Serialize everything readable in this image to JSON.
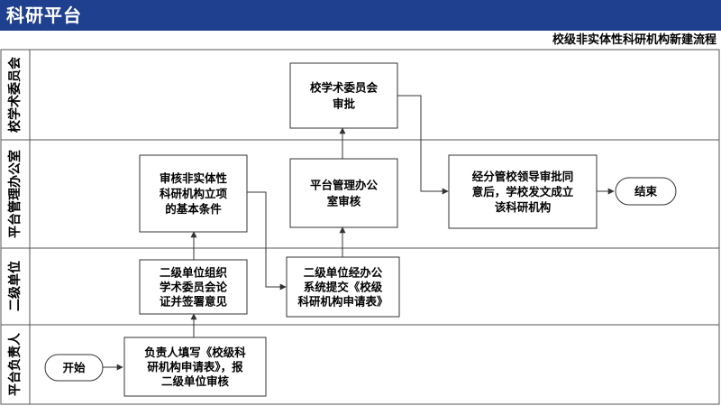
{
  "header": {
    "title": "科研平台"
  },
  "diagram_title": "校级非实体性科研机构新建流程",
  "lanes": [
    {
      "id": "committee",
      "label": "校学术委员会"
    },
    {
      "id": "office",
      "label": "平台管理办公室"
    },
    {
      "id": "unit",
      "label": "二级单位"
    },
    {
      "id": "leader",
      "label": "平台负责人"
    }
  ],
  "nodes": {
    "start": {
      "lines": [
        "开始"
      ]
    },
    "apply": {
      "lines": [
        "负责人填写《校级科",
        "研机构申请表》，报",
        "二级单位审核"
      ]
    },
    "unit_review": {
      "lines": [
        "二级单位组织",
        "学术委员会论",
        "证并签署意见"
      ]
    },
    "office_check": {
      "lines": [
        "审核非实体性",
        "科研机构立项",
        "的基本条件"
      ]
    },
    "unit_submit": {
      "lines": [
        "二级单位经办公",
        "系统提交《校级",
        "科研机构申请表》"
      ]
    },
    "office_review": {
      "lines": [
        "平台管理办公",
        "室审核"
      ]
    },
    "committee_approve": {
      "lines": [
        "校学术委员会",
        "审批"
      ]
    },
    "leader_approve": {
      "lines": [
        "经分管校领导审批同",
        "意后，学校发文成立",
        "该科研机构"
      ]
    },
    "end": {
      "lines": [
        "结束"
      ]
    }
  },
  "colors": {
    "header_bg": "#1f3f8f",
    "line": "#333333",
    "border": "#555555"
  }
}
